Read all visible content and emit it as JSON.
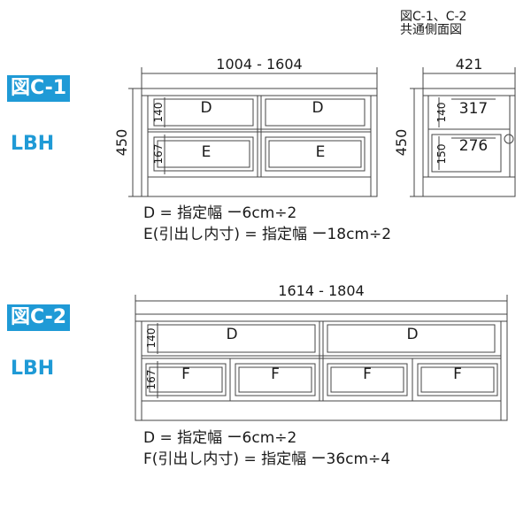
{
  "side_view_title": [
    "図C-1、C-2",
    "共通側面図"
  ],
  "c1": {
    "badge": "図C-1",
    "sub": "LBH",
    "width": "1004 - 1604",
    "height": "450",
    "upper_h": "140",
    "lower_h": "167",
    "upper_label": "D",
    "lower_label": "E",
    "formula1": "D = 指定幅 ー6cm÷2",
    "formula2": "E(引出し内寸) = 指定幅 ー18cm÷2"
  },
  "side": {
    "depth": "421",
    "height": "450",
    "upper_h": "140",
    "lower_h": "150",
    "upper_depth": "317",
    "lower_depth": "276"
  },
  "c2": {
    "badge": "図C-2",
    "sub": "LBH",
    "width": "1614 - 1804",
    "upper_h": "140",
    "lower_h": "167",
    "upper_label": "D",
    "lower_label": "F",
    "formula1": "D = 指定幅 ー6cm÷2",
    "formula2": "F(引出し内寸) = 指定幅 ー36cm÷4"
  },
  "colors": {
    "accent": "#1f9ad6",
    "line": "#444444"
  }
}
